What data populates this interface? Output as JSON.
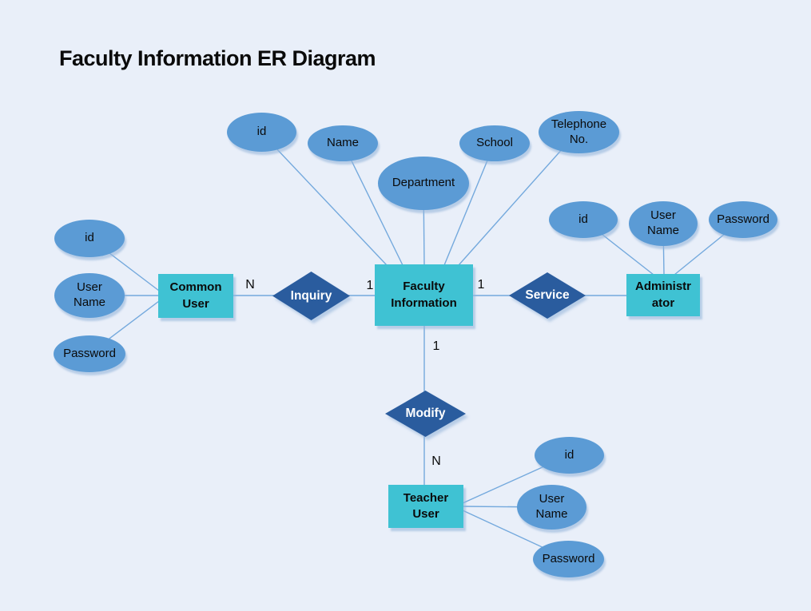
{
  "title": "Faculty Information ER Diagram",
  "entities": {
    "common_user": {
      "line1": "Common",
      "line2": "User"
    },
    "faculty_information": {
      "line1": "Faculty",
      "line2": "Information"
    },
    "administrator": {
      "line1": "Administr",
      "line2": "ator"
    },
    "teacher_user": {
      "line1": "Teacher",
      "line2": "User"
    }
  },
  "relationships": {
    "inquiry": {
      "label": "Inquiry"
    },
    "service": {
      "label": "Service"
    },
    "modify": {
      "label": "Modify"
    }
  },
  "attributes": {
    "common_user_id": {
      "line1": "id"
    },
    "common_user_user_name": {
      "line1": "User",
      "line2": "Name"
    },
    "common_user_password": {
      "line1": "Password"
    },
    "faculty_id": {
      "line1": "id"
    },
    "faculty_name": {
      "line1": "Name"
    },
    "faculty_department": {
      "line1": "Department"
    },
    "faculty_school": {
      "line1": "School"
    },
    "faculty_telephone_no": {
      "line1": "Telephone",
      "line2": "No."
    },
    "administrator_id": {
      "line1": "id"
    },
    "administrator_user_name": {
      "line1": "User",
      "line2": "Name"
    },
    "administrator_password": {
      "line1": "Password"
    },
    "teacher_user_id": {
      "line1": "id"
    },
    "teacher_user_user_name": {
      "line1": "User",
      "line2": "Name"
    },
    "teacher_user_password": {
      "line1": "Password"
    }
  },
  "cardinalities": {
    "common_user_inquiry": "N",
    "inquiry_faculty": "1",
    "faculty_service": "1",
    "faculty_modify": "1",
    "modify_teacher_user": "N"
  },
  "colors": {
    "background": "#e9eff9",
    "entity_fill": "#3fc2d3",
    "attribute_fill": "#5b9bd5",
    "relationship_fill": "#2a5c9e",
    "connector": "#74a9dd",
    "text_dark": "#0a0a0a",
    "text_light": "#ffffff"
  }
}
